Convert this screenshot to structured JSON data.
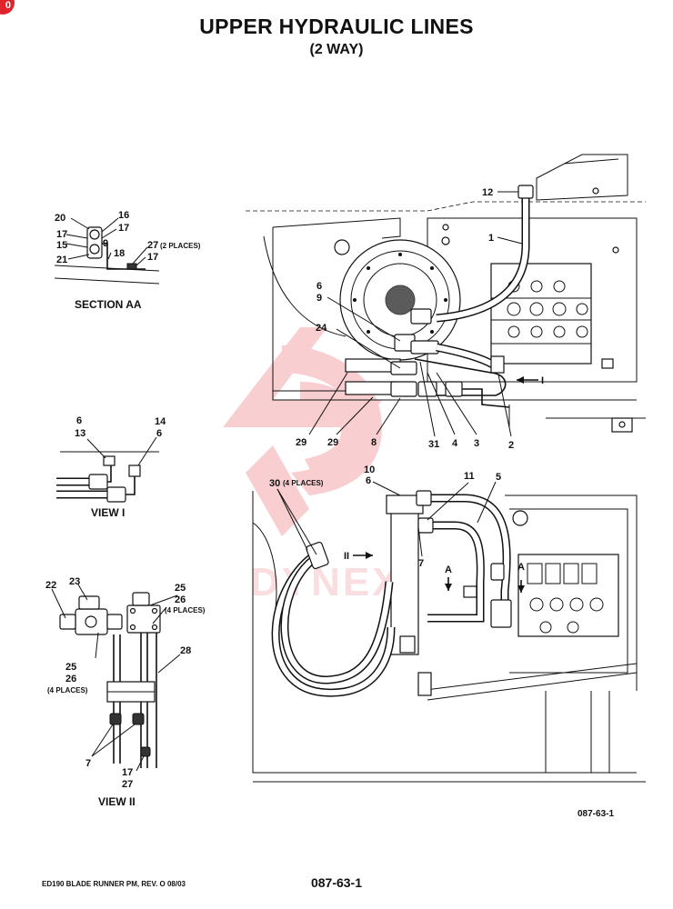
{
  "page": {
    "title": "UPPER HYDRAULIC LINES",
    "subtitle": "(2 WAY)",
    "corner_badge": "0",
    "watermark": "DYNEX",
    "footer_left": "ED190 BLADE RUNNER PM, REV. O 08/03",
    "footer_center": "087-63-1",
    "figure_id": "087-63-1"
  },
  "views": {
    "section_aa": {
      "caption": "SECTION AA",
      "callouts": [
        "20",
        "16",
        "17",
        "17",
        "9",
        "15",
        "18",
        "27",
        "(2 PLACES)",
        "17",
        "21"
      ]
    },
    "view_i": {
      "caption": "VIEW I",
      "callouts": [
        "6",
        "13",
        "14",
        "6"
      ]
    },
    "view_ii": {
      "caption": "VIEW II",
      "callouts": [
        "22",
        "23",
        "25",
        "26",
        "(4 PLACES)",
        "28",
        "25",
        "26",
        "(4 PLACES)",
        "7",
        "17",
        "27"
      ]
    },
    "main_top": {
      "callouts": [
        "12",
        "1",
        "6",
        "9",
        "24",
        "I",
        "29",
        "29",
        "8",
        "31",
        "4",
        "3",
        "2"
      ]
    },
    "main_bottom": {
      "callouts": [
        "30",
        "(4 PLACES)",
        "10",
        "6",
        "11",
        "5",
        "II",
        "7",
        "A",
        "A"
      ]
    }
  },
  "colors": {
    "ink": "#111111",
    "watermark": "#e0242c",
    "badge": "#e0242c"
  }
}
